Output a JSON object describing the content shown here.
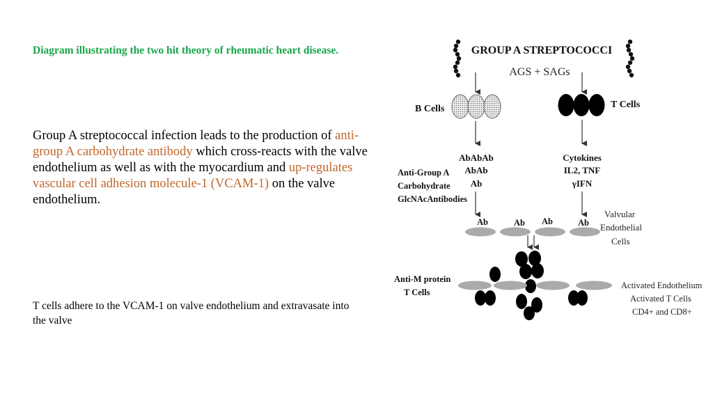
{
  "caption": "Diagram illustrating the two hit theory of rheumatic heart disease.",
  "paragraph1": {
    "p1": "Group A streptococcal infection leads to the production of ",
    "h1": "anti-group A carbohydrate antibody",
    "p2": " which cross-reacts with the valve endothelium as well as with the myocardium and ",
    "h2": "up-regulates vascular cell adhesion molecule-1 (VCAM-1)",
    "p3": " on the valve endothelium."
  },
  "paragraph2": "T cells adhere to the VCAM-1 on valve endothelium and extravasate into the valve",
  "diagram": {
    "title": "GROUP A STREPTOCOCCI",
    "subtitle": "AGS + SAGs",
    "b_cells": "B Cells",
    "t_cells": "T Cells",
    "ab_lines": [
      "AbAbAb",
      "AbAb",
      "Ab"
    ],
    "anti_group_lines": [
      "Anti-Group A",
      "Carbohydrate",
      "GlcNAcAntibodies"
    ],
    "cytokine_lines": [
      "Cytokines",
      "IL2, TNF",
      "γIFN"
    ],
    "ab_label": "Ab",
    "valvular_lines": [
      "Valvular",
      "Endothelial",
      "Cells"
    ],
    "anti_m_lines": [
      "Anti-M protein",
      "T Cells"
    ],
    "activated_lines": [
      "Activated Endothelium",
      "Activated T Cells",
      "CD4+ and CD8+"
    ]
  }
}
